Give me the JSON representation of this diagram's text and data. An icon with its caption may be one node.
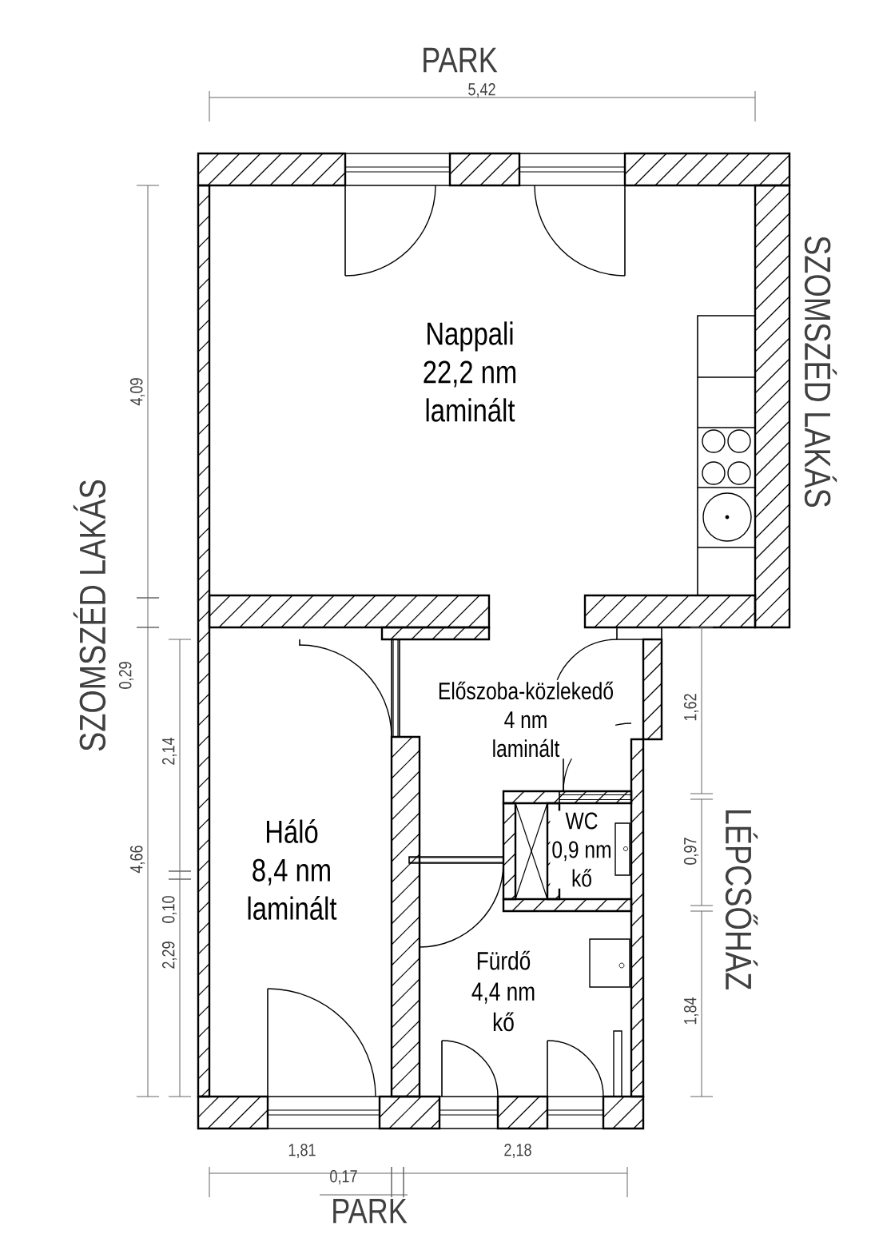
{
  "diagram": {
    "nodes": [
      {
        "text": [
          "Nappali",
          "22,2 nm",
          "laminált"
        ]
      },
      {
        "text": [
          "Előszoba-közlekedő",
          "4 nm",
          "laminált"
        ]
      },
      {
        "text": [
          "WC",
          "0,9 nm",
          "kő"
        ]
      },
      {
        "text": [
          "Háló",
          "8,4 nm",
          "laminált"
        ]
      },
      {
        "text": [
          "Fürdő",
          "4,4 nm",
          "kő"
        ]
      }
    ],
    "labels": [
      "PARK",
      "5,42",
      "SZOMSZÉD LAKÁS",
      "4,09",
      "SZOMSZÉD LAKÁS",
      "0,29",
      "1,62",
      "2,14",
      "LÉPCSŐHÁZ",
      "0,97",
      "4,66",
      "2,29",
      "0,10",
      "1,84",
      "1,81",
      "2,18",
      "0,17",
      "PARK"
    ]
  }
}
